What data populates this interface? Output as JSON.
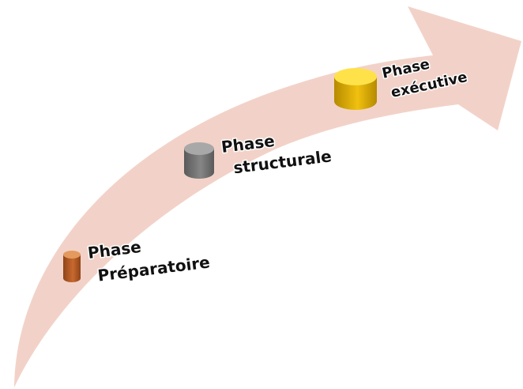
{
  "diagram": {
    "arrow_color": "#f2d2c8",
    "phases": [
      {
        "line1": "Phase",
        "line2": "Préparatoire",
        "color_light": "#e49a5e",
        "color": "#c8692f",
        "color_dark": "#8f4418"
      },
      {
        "line1": "Phase",
        "line2": "structurale",
        "color_light": "#a8a8a8",
        "color": "#868686",
        "color_dark": "#5a5a5a"
      },
      {
        "line1": "Phase",
        "line2": "exécutive",
        "color_light": "#ffe24a",
        "color": "#f0c10f",
        "color_dark": "#b58a00"
      }
    ]
  }
}
